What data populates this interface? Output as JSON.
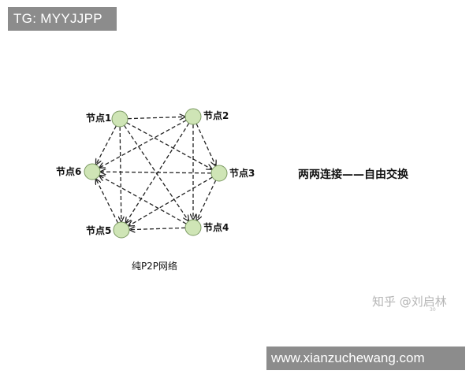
{
  "watermark_top": "TG: MYYJJPP",
  "watermark_bottom": "www.xianzuchewang.com",
  "diagram": {
    "nodes": [
      {
        "id": 1,
        "label": "节点1"
      },
      {
        "id": 2,
        "label": "节点2"
      },
      {
        "id": 3,
        "label": "节点3"
      },
      {
        "id": 4,
        "label": "节点4"
      },
      {
        "id": 5,
        "label": "节点5"
      },
      {
        "id": 6,
        "label": "节点6"
      }
    ],
    "caption": "纯P2P网络",
    "headline": "两两连接——自由交换"
  },
  "credit": {
    "text": "知乎 @刘启林",
    "small": "30"
  },
  "colors": {
    "node_fill": "#cfe5b6",
    "node_stroke": "#7c9a63",
    "edge": "#222222",
    "watermark_bg": "#8c8c8c"
  }
}
